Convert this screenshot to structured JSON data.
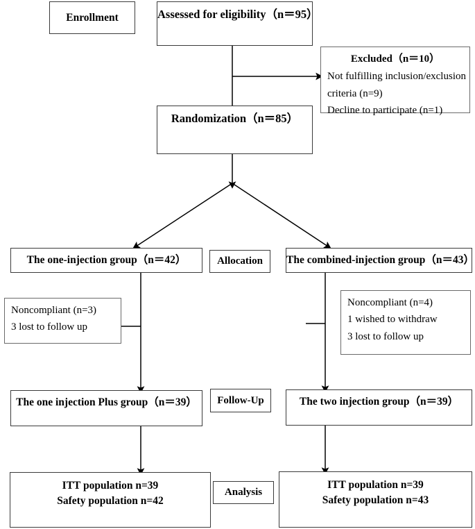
{
  "diagram": {
    "type": "consort-flow-diagram",
    "stage_labels": {
      "enrollment": "Enrollment",
      "allocation": "Allocation",
      "followup": "Follow-Up",
      "analysis": "Analysis"
    },
    "nodes": {
      "assessed": "Assessed for eligibility（n＝95）",
      "excluded": {
        "header": "Excluded（n＝10）",
        "line1": "Not fulfilling inclusion/exclusion",
        "line2": "criteria (n=9)",
        "line3": "Decline to participate (n=1)"
      },
      "randomization": "Randomization（n＝85）",
      "left_group": "The one-injection group（n＝42）",
      "right_group": "The combined-injection group（n＝43）",
      "left_dropout": {
        "line1": "Noncompliant (n=3)",
        "line2": "3 lost to follow up"
      },
      "right_dropout": {
        "line1": "Noncompliant (n=4)",
        "line2": "1 wished to withdraw",
        "line3": "3 lost to follow up"
      },
      "left_followup": "The one injection Plus group（n＝39）",
      "right_followup": "The two injection group（n＝39）",
      "left_analysis": {
        "line1": "ITT population n=39",
        "line2": "Safety population n=42"
      },
      "right_analysis": {
        "line1": "ITT population n=39",
        "line2": "Safety population n=43"
      }
    },
    "colors": {
      "border": "#3a3a3a",
      "note_border": "#6a6a6a",
      "line": "#000000",
      "background": "#ffffff",
      "text": "#000000"
    }
  }
}
